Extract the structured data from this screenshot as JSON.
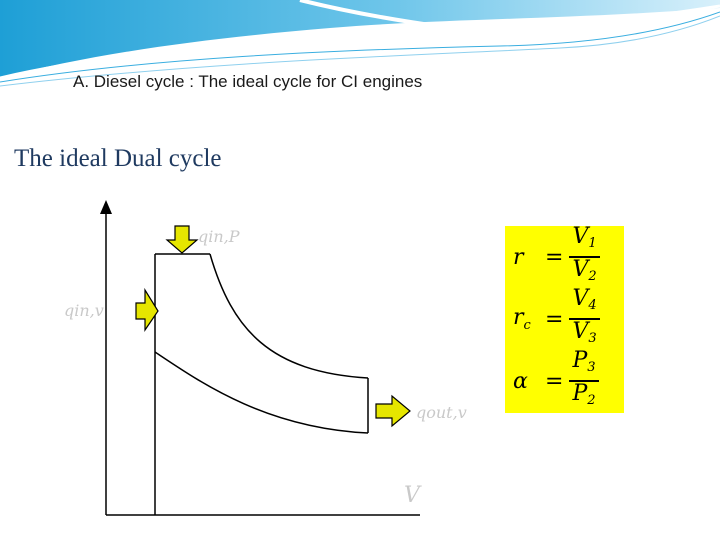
{
  "slide": {
    "heading": "A. Diesel cycle : The ideal cycle for CI engines",
    "subtitle": "The ideal Dual cycle"
  },
  "diagram": {
    "labels": {
      "q_in_p": "qin,P",
      "q_in_v": "qin,v",
      "q_out_v": "qout,v",
      "axis_v": "V"
    }
  },
  "equations": {
    "r": {
      "lhs": "r",
      "num": "V",
      "num_sub": "1",
      "den": "V",
      "den_sub": "2"
    },
    "rc": {
      "lhs": "r",
      "lhs_sub": "c",
      "num": "V",
      "num_sub": "4",
      "den": "V",
      "den_sub": "3"
    },
    "alpha": {
      "lhs": "α",
      "num": "P",
      "num_sub": "3",
      "den": "P",
      "den_sub": "2"
    }
  },
  "colors": {
    "banner": "#1e9fd6",
    "arrow_fill": "#e6e600",
    "equation_box": "#ffff00"
  }
}
